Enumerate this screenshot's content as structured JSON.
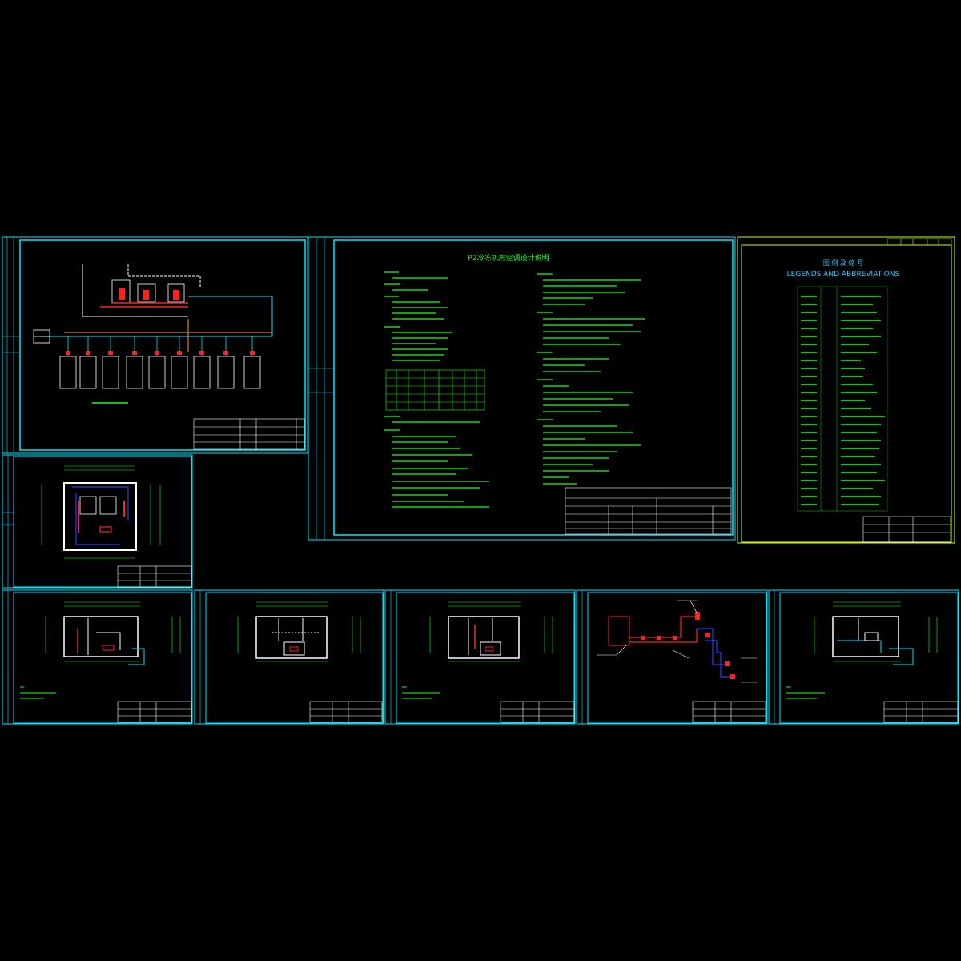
{
  "drawing": {
    "background": "#000000",
    "frame_color": "#00e5ff",
    "text_color": "#1aff1a",
    "pipe_colors": {
      "supply": "#ff2020",
      "return": "#2040ff",
      "condensate": "#ffa040",
      "refrigerant": "#00e5ff",
      "equipment": "#ffffff"
    }
  },
  "sheets": {
    "design_notes": {
      "title": "P2冷冻机房空调设计说明"
    },
    "legend": {
      "title_cn": "图 例 及 缩 写",
      "title_en": "LEGENDS AND ABBREVIATIONS"
    }
  }
}
